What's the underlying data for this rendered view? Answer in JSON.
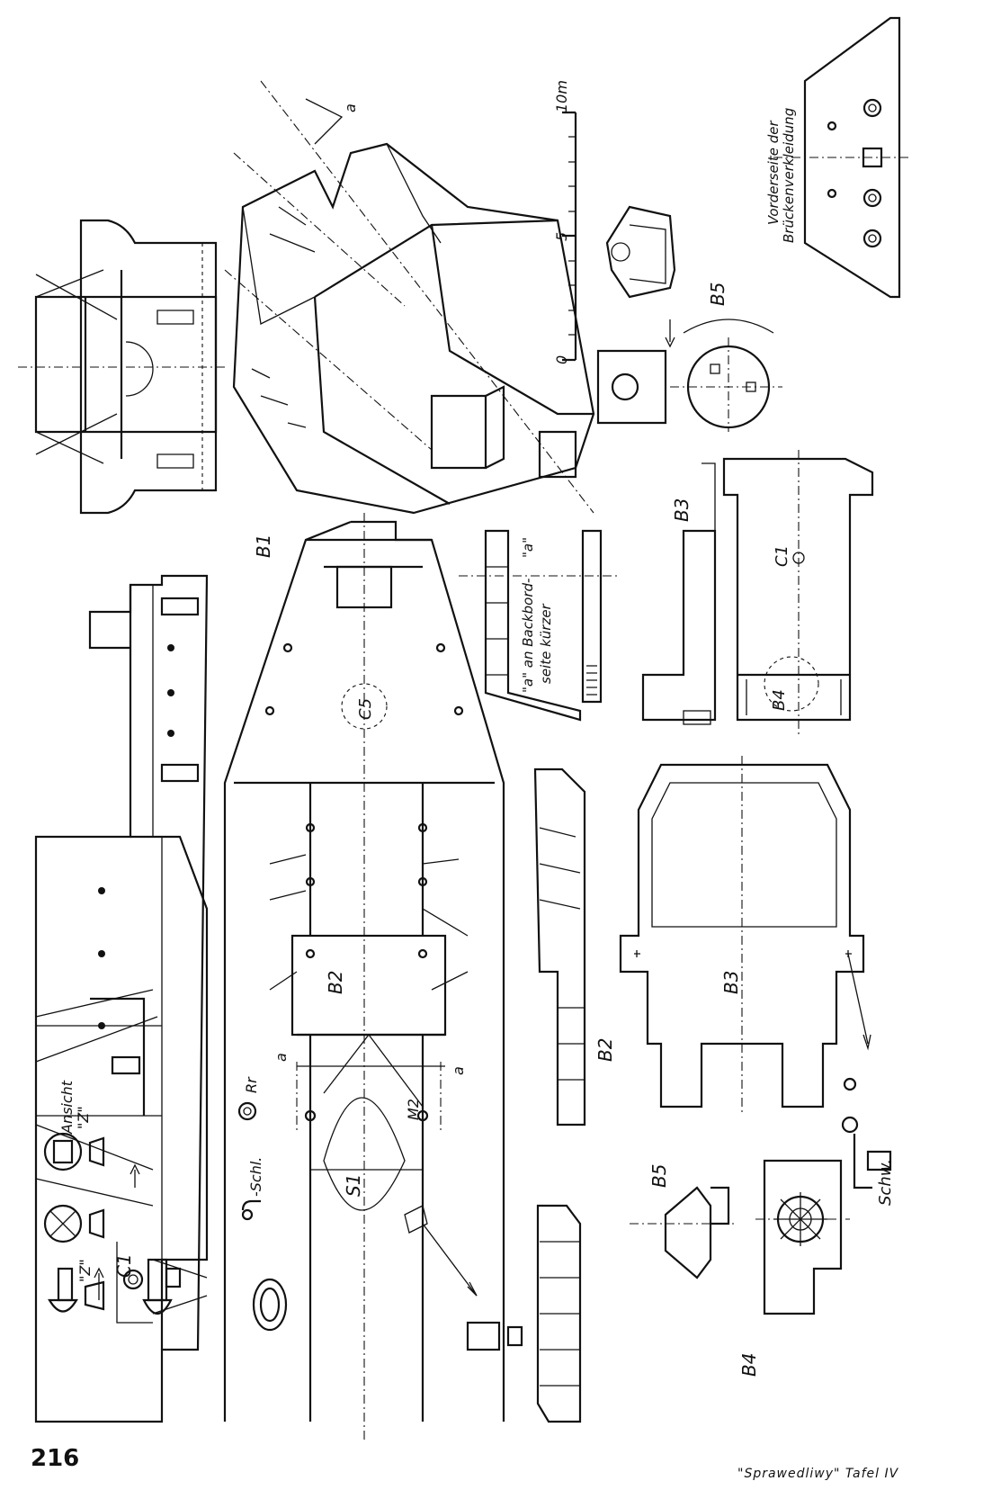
{
  "page_number": "216",
  "caption": "\"Sprawedliwy\" Tafel IV",
  "labels": {
    "b1": "B1",
    "b2_plan": "B2",
    "b2_side": "B2",
    "b3_plan": "B3",
    "b3_side": "B3",
    "b4_detail": "B4",
    "b4_plan": "B4",
    "b5_top": "B5",
    "b5_bottom": "B5",
    "c1_label": "C1",
    "c1_plan": "C1",
    "c5": "C5",
    "s1": "S1",
    "m2": "M2",
    "a_left": "a",
    "a_right": "a",
    "a_perspective": "a",
    "ansicht": "Ansicht",
    "z_top": "\"Z\"",
    "z_bottom": "\"Z\"",
    "schl": "-Schl.",
    "rr": "Rr",
    "schw": "Schw.",
    "backbord_1": "\"a\" an Backbord-",
    "backbord_2": "seite kürzer",
    "backbord_a": "\"a\"",
    "vorderseite_1": "Vorderseite der",
    "vorderseite_2": "Brückenverkleidung"
  },
  "scale": {
    "label_0": "0",
    "label_5": "5",
    "label_10": "10m"
  }
}
